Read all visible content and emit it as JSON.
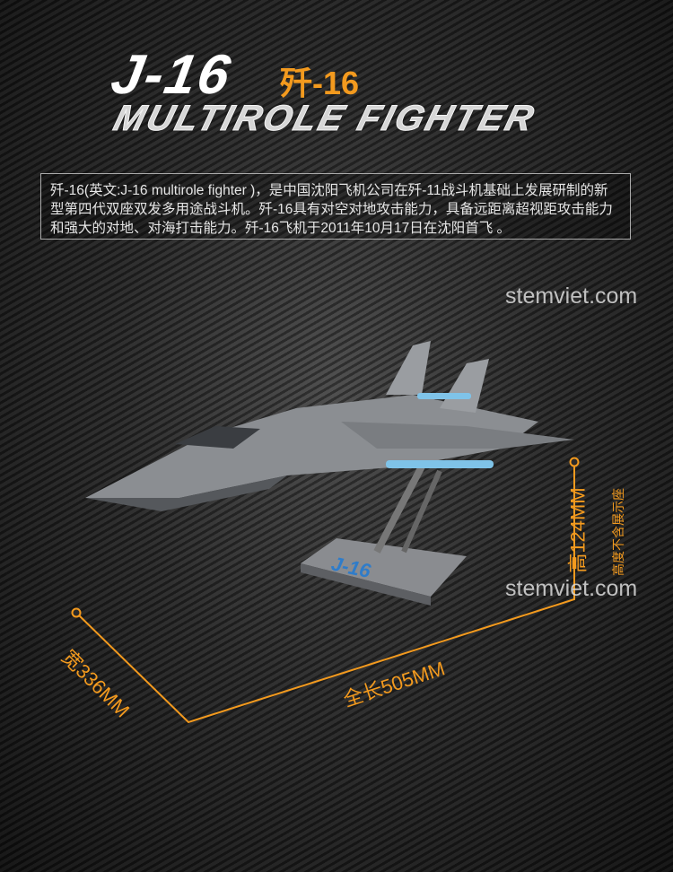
{
  "header": {
    "title": "J-16",
    "title_cn": "歼-16",
    "subtitle": "MULTIROLE FIGHTER"
  },
  "description": "歼-16(英文:J-16 multirole fighter )，是中国沈阳飞机公司在歼-11战斗机基础上发展研制的新型第四代双座双发多用途战斗机。歼-16具有对空对地攻击能力，具备远距离超视距攻击能力和强大的对地、对海打击能力。歼-16飞机于2011年10月17日在沈阳首飞 。",
  "watermarks": [
    "stemviet.com",
    "stemviet.com"
  ],
  "dimensions": {
    "width": "宽336MM",
    "length": "全长505MM",
    "height": "高124MM",
    "height_note": "高度不含展示座"
  },
  "stand_label": "J-16",
  "colors": {
    "accent": "#f39a1e"
  }
}
